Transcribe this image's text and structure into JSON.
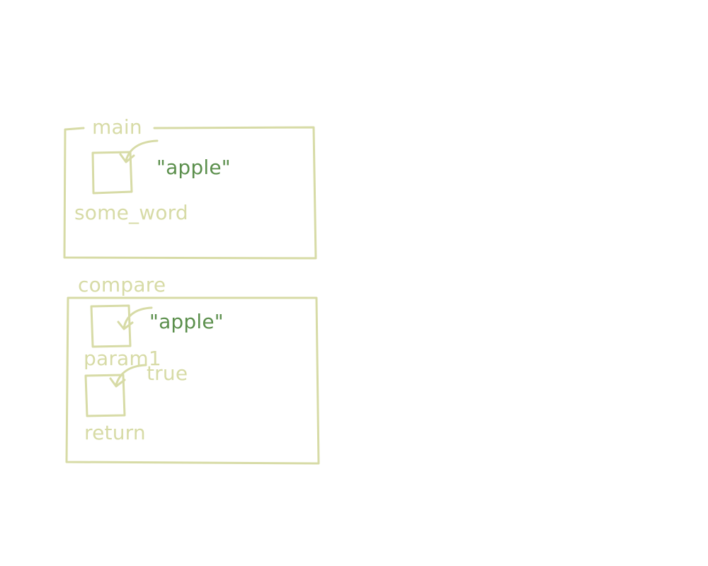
{
  "frames": [
    {
      "name": "main",
      "variables": [
        {
          "name": "some_word",
          "value": "\"apple\""
        }
      ]
    },
    {
      "name": "compare",
      "variables": [
        {
          "name": "param1",
          "value": "\"apple\""
        },
        {
          "name": "return",
          "value": "true"
        }
      ]
    }
  ],
  "colors": {
    "faded_outline": "#d7dba6",
    "value_text": "#5b8f4c",
    "background": "#ffffff"
  }
}
